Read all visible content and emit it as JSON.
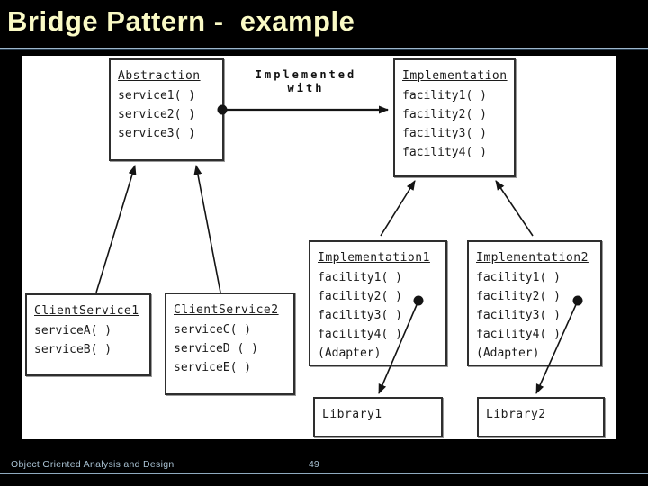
{
  "slide": {
    "title": "Bridge Pattern -  example",
    "title_color": "#FAFAC5",
    "rule_color": "#9CB6CB",
    "background_color": "#000000"
  },
  "diagram": {
    "background_color": "#FFFFFF",
    "line_color": "#141414",
    "connector_label_line1": "Implemented",
    "connector_label_line2": "with",
    "boxes": [
      {
        "title": "Abstraction",
        "methods": [
          "service1( )",
          "service2( )",
          "service3( )"
        ]
      },
      {
        "title": "Implementation",
        "methods": [
          "facility1( )",
          "facility2( )",
          "facility3( )",
          "facility4( )"
        ]
      },
      {
        "title": "Implementation1",
        "methods": [
          "facility1( )",
          "facility2( )",
          "facility3( )",
          "facility4( )",
          "(Adapter)"
        ]
      },
      {
        "title": "Implementation2",
        "methods": [
          "facility1( )",
          "facility2( )",
          "facility3( )",
          "facility4( )",
          "(Adapter)"
        ]
      },
      {
        "title": "ClientService1",
        "methods": [
          "serviceA( )",
          "serviceB( )"
        ]
      },
      {
        "title": "ClientService2",
        "methods": [
          "serviceC( )",
          "serviceD ( )",
          "serviceE( )"
        ]
      },
      {
        "title": "Library1",
        "methods": []
      },
      {
        "title": "Library2",
        "methods": []
      }
    ]
  },
  "footer": {
    "course": "Object Oriented Analysis and Design",
    "page_number": "49",
    "text_color": "#A9C2D3"
  }
}
